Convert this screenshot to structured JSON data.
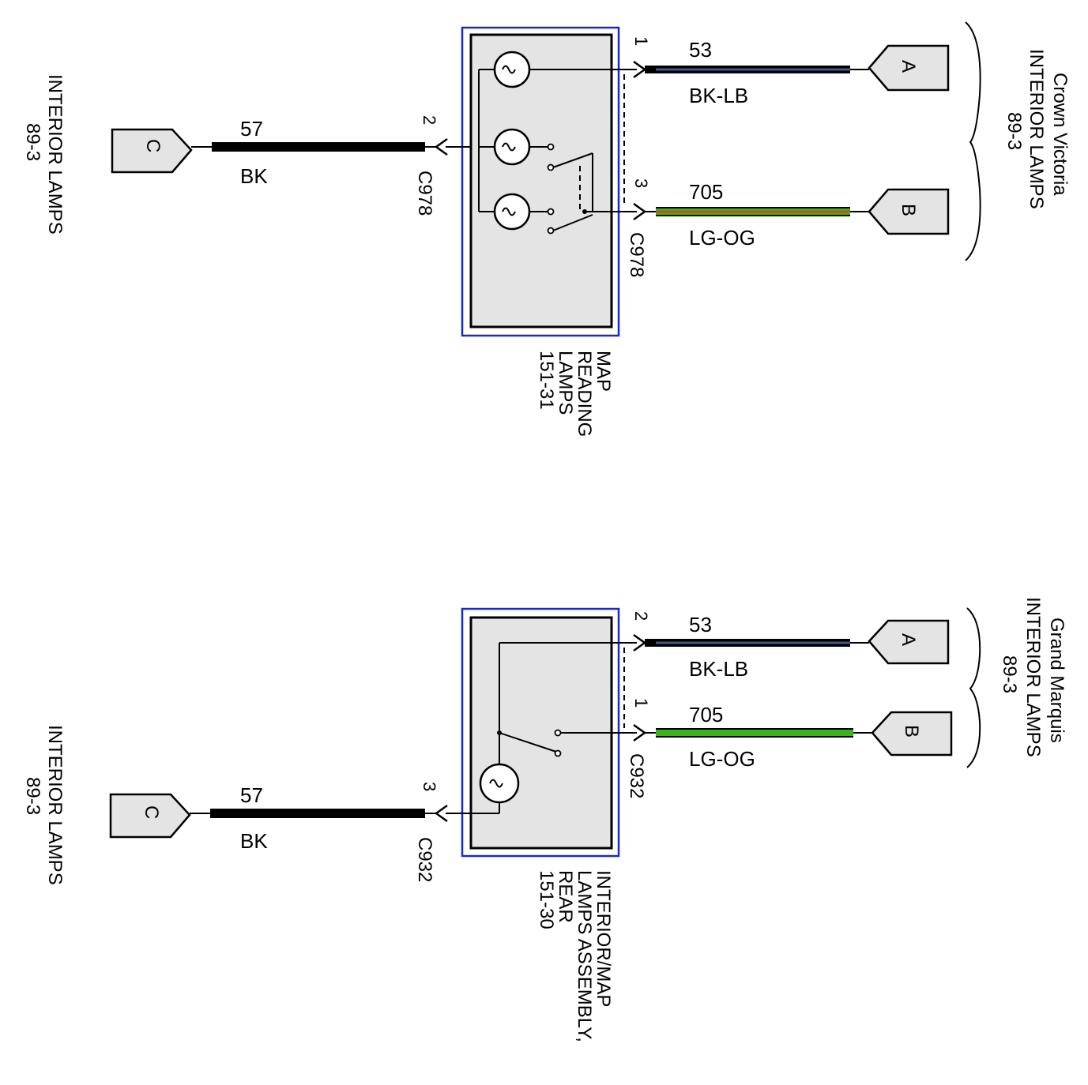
{
  "colors": {
    "background": "#ffffff",
    "wire_black": "#000000",
    "wire_light_blue": "#3d5a8a",
    "wire_light_green": "#3bb31a",
    "wire_orange": "#c0541b",
    "component_border": "#1c2bbf",
    "component_fill": "#e4e4e4",
    "connector_fill": "#e4e4e4"
  },
  "top_circuit": {
    "vehicle_group": {
      "name": "Crown Victoria",
      "ref_title": "INTERIOR LAMPS",
      "ref_page": "89-3"
    },
    "left_ref": {
      "title": "INTERIOR LAMPS",
      "page": "89-3"
    },
    "component": {
      "line1": "MAP",
      "line2": "READING",
      "line3": "LAMPS",
      "page": "151-31"
    },
    "wires": [
      {
        "circuit": "53",
        "color_code": "BK-LB",
        "pin": "1",
        "terminal": "A"
      },
      {
        "circuit": "705",
        "color_code": "LG-OG",
        "pin": "3",
        "terminal": "B"
      },
      {
        "circuit": "57",
        "color_code": "BK",
        "pin": "2",
        "terminal": "C"
      }
    ],
    "connector_left": "C978",
    "connector_right": "C978"
  },
  "bottom_circuit": {
    "vehicle_group": {
      "name": "Grand Marquis",
      "ref_title": "INTERIOR LAMPS",
      "ref_page": "89-3"
    },
    "left_ref": {
      "title": "INTERIOR LAMPS",
      "page": "89-3"
    },
    "component": {
      "line1": "INTERIOR/MAP",
      "line2": "LAMPS ASSEMBLY,",
      "line3": "REAR",
      "page": "151-30"
    },
    "wires": [
      {
        "circuit": "53",
        "color_code": "BK-LB",
        "pin": "2",
        "terminal": "A"
      },
      {
        "circuit": "705",
        "color_code": "LG-OG",
        "pin": "1",
        "terminal": "B"
      },
      {
        "circuit": "57",
        "color_code": "BK",
        "pin": "3",
        "terminal": "C"
      }
    ],
    "connector_left": "C932",
    "connector_right": "C932"
  }
}
